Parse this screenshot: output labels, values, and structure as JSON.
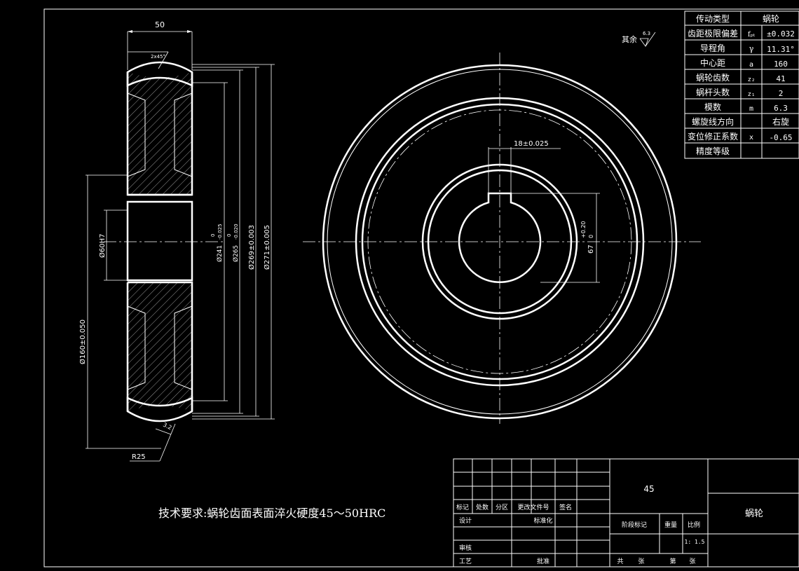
{
  "side_view": {
    "width_dim": "50",
    "chamfer": "2x45°",
    "bore_dim": "Ø60H7",
    "hub_dim": "Ø160±0.050",
    "dim_241": "Ø241",
    "dim_241_tol_upper": "0",
    "dim_241_tol_lower": "-0.025",
    "dim_265": "Ø265",
    "dim_265_tol_upper": "0",
    "dim_265_tol_lower": "-0.020",
    "dim_269": "Ø269±0.003",
    "dim_271": "Ø271±0.005",
    "roughness": "3.2",
    "radius": "R25"
  },
  "front_view": {
    "keyway_width": "18±0.025",
    "keyway_depth": "67",
    "keyway_tol_upper": "+0.20",
    "keyway_tol_lower": "0",
    "other_roughness_label": "其余",
    "other_roughness_value": "6.3"
  },
  "param_table": {
    "rows": [
      {
        "name": "传动类型",
        "symbol": "",
        "value": "蜗轮"
      },
      {
        "name": "齿距极限偏差",
        "symbol": "fₚₜ",
        "value": "±0.032"
      },
      {
        "name": "导程角",
        "symbol": "γ",
        "value": "11.31°"
      },
      {
        "name": "中心距",
        "symbol": "a",
        "value": "160"
      },
      {
        "name": "蜗轮齿数",
        "symbol": "z₂",
        "value": "41"
      },
      {
        "name": "蜗杆头数",
        "symbol": "z₁",
        "value": "2"
      },
      {
        "name": "模数",
        "symbol": "m",
        "value": "6.3"
      },
      {
        "name": "螺旋线方向",
        "symbol": "",
        "value": "右旋"
      },
      {
        "name": "变位修正系数",
        "symbol": "x",
        "value": "-0.65"
      },
      {
        "name": "精度等级",
        "symbol": "",
        "value": ""
      }
    ]
  },
  "tech_requirement": "技术要求:蜗轮齿面表面淬火硬度45～50HRC",
  "title_block": {
    "material": "45",
    "part_name": "蜗轮",
    "mark": "标记",
    "count": "处数",
    "zone": "分区",
    "change_doc": "更改文件号",
    "signature": "签名",
    "design": "设计",
    "standardize": "标准化",
    "review": "审核",
    "process": "工艺",
    "approve": "批准",
    "stage_mark": "阶段标记",
    "weight": "重量",
    "scale_label": "比例",
    "scale_value": "1: 1.5",
    "total": "共",
    "sheets": "张",
    "sheet_no": "第",
    "sheet_unit": "张"
  }
}
